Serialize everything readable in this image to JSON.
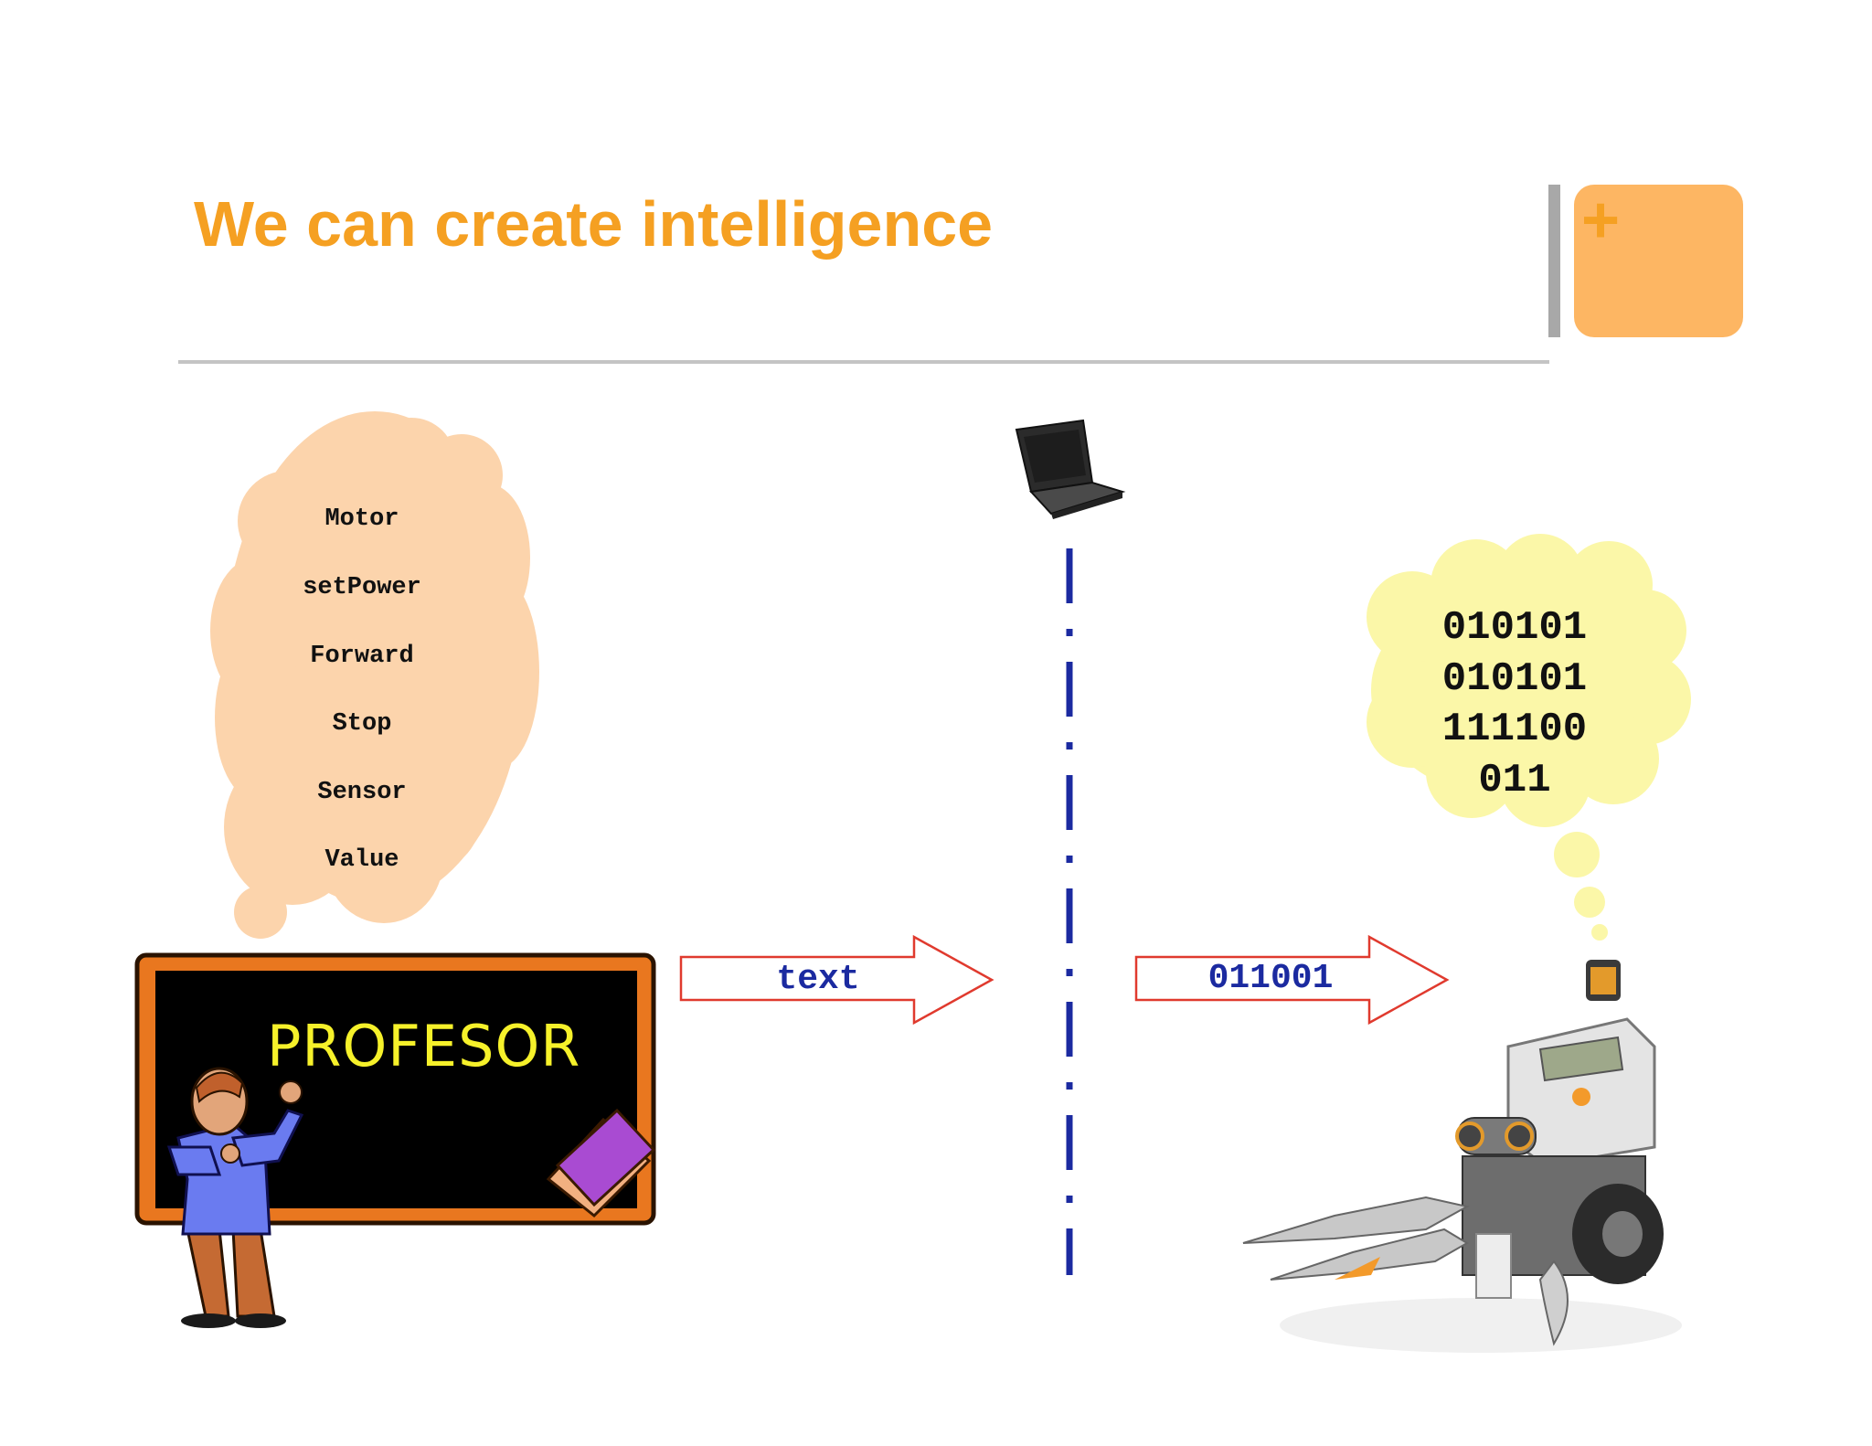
{
  "slide": {
    "title": "We can create intelligence",
    "deco_glyph": "+"
  },
  "thought_cloud": {
    "words": [
      "Motor",
      "setPower",
      "Forward",
      "Stop",
      "Sensor",
      "Value"
    ]
  },
  "binary_cloud": {
    "lines": [
      "010101",
      "010101",
      "111100",
      "011"
    ]
  },
  "arrows": {
    "first_label": "text",
    "second_label": "011001"
  },
  "blackboard": {
    "label": "PROFESOR"
  },
  "icons": [
    "laptop-icon",
    "professor-figure",
    "book-icon",
    "robot-image"
  ],
  "colors": {
    "title": "#F5A022",
    "thought_cloud": "#FCD4AC",
    "binary_cloud": "#FBF7A8",
    "arrow_outline": "#E03A2E",
    "arrow_text": "#1B2AA0",
    "dashed_line": "#1B2AA0",
    "accent_box": "#FDB663"
  }
}
